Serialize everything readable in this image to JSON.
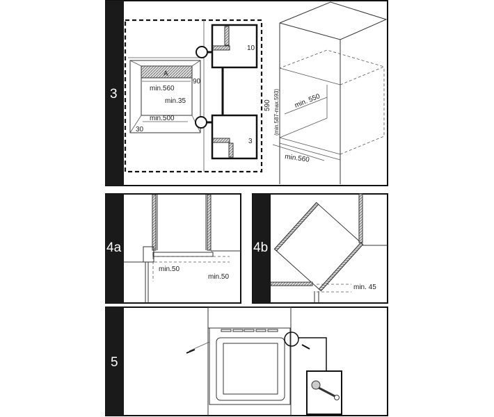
{
  "panels": {
    "p3": {
      "label": "3",
      "dims": {
        "a": "A",
        "d90": "90",
        "min560": "min.560",
        "min35": "min.35",
        "min500": "min.500",
        "d30": "30",
        "d10": "10",
        "d3": "3",
        "d590": "590",
        "range": "(min.587-max.593)",
        "min550": "min. 550",
        "min560b": "min.560"
      }
    },
    "p4a": {
      "label": "4a",
      "dims": {
        "side": "min.50",
        "bottom": "min.50"
      }
    },
    "p4b": {
      "label": "4b",
      "dims": {
        "gap": "min. 45"
      }
    },
    "p5": {
      "label": "5"
    }
  },
  "colors": {
    "bar": "#1a1a1a",
    "line": "#333333"
  }
}
